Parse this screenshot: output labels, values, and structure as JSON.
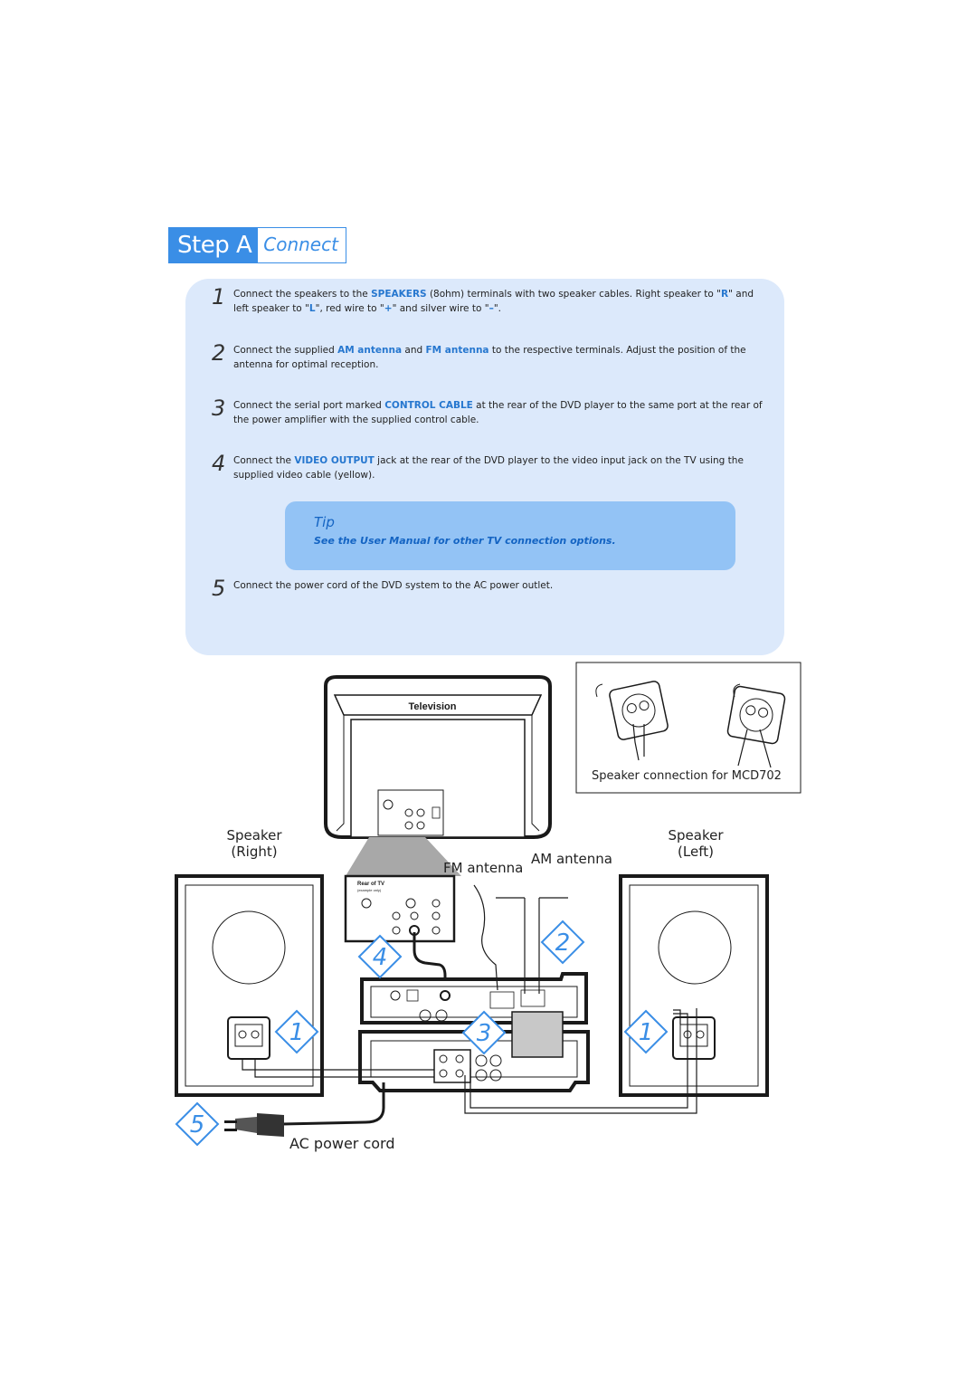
{
  "header": {
    "step": "Step A",
    "title": "Connect"
  },
  "instructions": [
    {
      "number": "1",
      "parts": [
        {
          "t": "Connect the speakers to the "
        },
        {
          "t": "SPEAKERS",
          "kw": true
        },
        {
          "t": " (8ohm) terminals with two speaker cables. Right speaker to \""
        },
        {
          "t": "R",
          "kw": true
        },
        {
          "t": "\" and left speaker to \""
        },
        {
          "t": "L",
          "kw": true
        },
        {
          "t": "\", red wire to \""
        },
        {
          "t": "+",
          "kw": true
        },
        {
          "t": "\" and silver wire to \""
        },
        {
          "t": "–",
          "kw": true
        },
        {
          "t": "\"."
        }
      ]
    },
    {
      "number": "2",
      "parts": [
        {
          "t": "Connect the supplied "
        },
        {
          "t": "AM antenna",
          "kw": true
        },
        {
          "t": " and "
        },
        {
          "t": "FM antenna",
          "kw": true
        },
        {
          "t": " to the respective terminals. Adjust the position of the antenna for optimal reception."
        }
      ]
    },
    {
      "number": "3",
      "parts": [
        {
          "t": "Connect the serial port marked "
        },
        {
          "t": "CONTROL CABLE",
          "kw": true
        },
        {
          "t": " at the rear of the DVD player to the same port at the rear of the power amplifier with the supplied control cable."
        }
      ]
    },
    {
      "number": "4",
      "parts": [
        {
          "t": "Connect the "
        },
        {
          "t": "VIDEO OUTPUT",
          "kw": true
        },
        {
          "t": " jack at the rear of the DVD player to the video input jack on the TV using the supplied video cable (yellow)."
        }
      ]
    },
    {
      "number": "5",
      "parts": [
        {
          "t": "Connect the power cord of the DVD system to the AC power outlet."
        }
      ]
    }
  ],
  "tip": {
    "label": "Tip",
    "text": "See the User Manual for other TV connection options."
  },
  "diagram": {
    "television_label": "Television",
    "rear_of_tv_label": "Rear of TV",
    "rear_of_tv_note": "(example only)",
    "speaker_right": [
      "Speaker",
      "(Right)"
    ],
    "speaker_left": [
      "Speaker",
      "(Left)"
    ],
    "fm_antenna": "FM antenna",
    "am_antenna": "AM antenna",
    "speaker_connection": "Speaker connection for MCD702",
    "ac_power_cord": "AC power cord",
    "badges": [
      "1",
      "2",
      "3",
      "4",
      "5",
      "1"
    ]
  },
  "colors": {
    "accent": "#3a8ee6",
    "keyword": "#2677cf",
    "panel": "#dce9fb",
    "tip": "#93c3f5"
  }
}
